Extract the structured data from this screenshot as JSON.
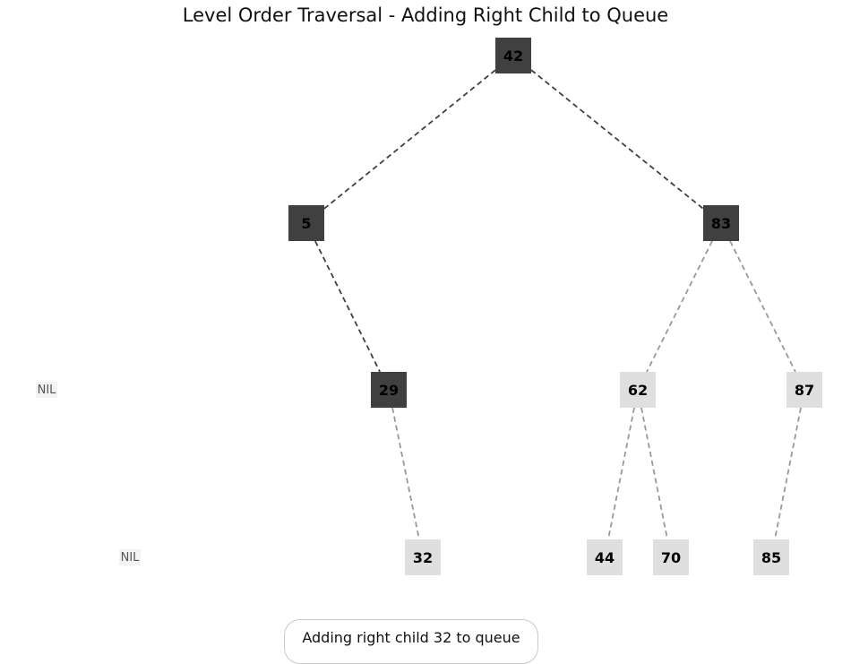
{
  "title": "Level Order Traversal - Adding Right Child to Queue",
  "status_text": "Adding right child 32 to queue",
  "colors": {
    "visited_node": "#404040",
    "pending_node": "#dfdfdf",
    "visited_edge": "#404040",
    "pending_edge": "#999999"
  },
  "tree": {
    "nodes": [
      {
        "id": "n42",
        "label": "42",
        "state": "visited"
      },
      {
        "id": "n5",
        "label": "5",
        "state": "visited"
      },
      {
        "id": "n83",
        "label": "83",
        "state": "visited"
      },
      {
        "id": "n29",
        "label": "29",
        "state": "visited"
      },
      {
        "id": "n62",
        "label": "62",
        "state": "pending"
      },
      {
        "id": "n87",
        "label": "87",
        "state": "pending"
      },
      {
        "id": "n32",
        "label": "32",
        "state": "pending"
      },
      {
        "id": "n44",
        "label": "44",
        "state": "pending"
      },
      {
        "id": "n70",
        "label": "70",
        "state": "pending"
      },
      {
        "id": "n85",
        "label": "85",
        "state": "pending"
      }
    ],
    "edges": [
      {
        "from": "n42",
        "to": "n5",
        "state": "visited"
      },
      {
        "from": "n42",
        "to": "n83",
        "state": "visited"
      },
      {
        "from": "n5",
        "to": "n29",
        "state": "visited"
      },
      {
        "from": "n83",
        "to": "n62",
        "state": "pending"
      },
      {
        "from": "n83",
        "to": "n87",
        "state": "pending"
      },
      {
        "from": "n29",
        "to": "n32",
        "state": "pending"
      },
      {
        "from": "n62",
        "to": "n44",
        "state": "pending"
      },
      {
        "from": "n62",
        "to": "n70",
        "state": "pending"
      },
      {
        "from": "n87",
        "to": "n85",
        "state": "pending"
      }
    ],
    "nil_labels": [
      {
        "id": "nil-level-2",
        "label": "NIL"
      },
      {
        "id": "nil-level-3",
        "label": "NIL"
      }
    ]
  }
}
